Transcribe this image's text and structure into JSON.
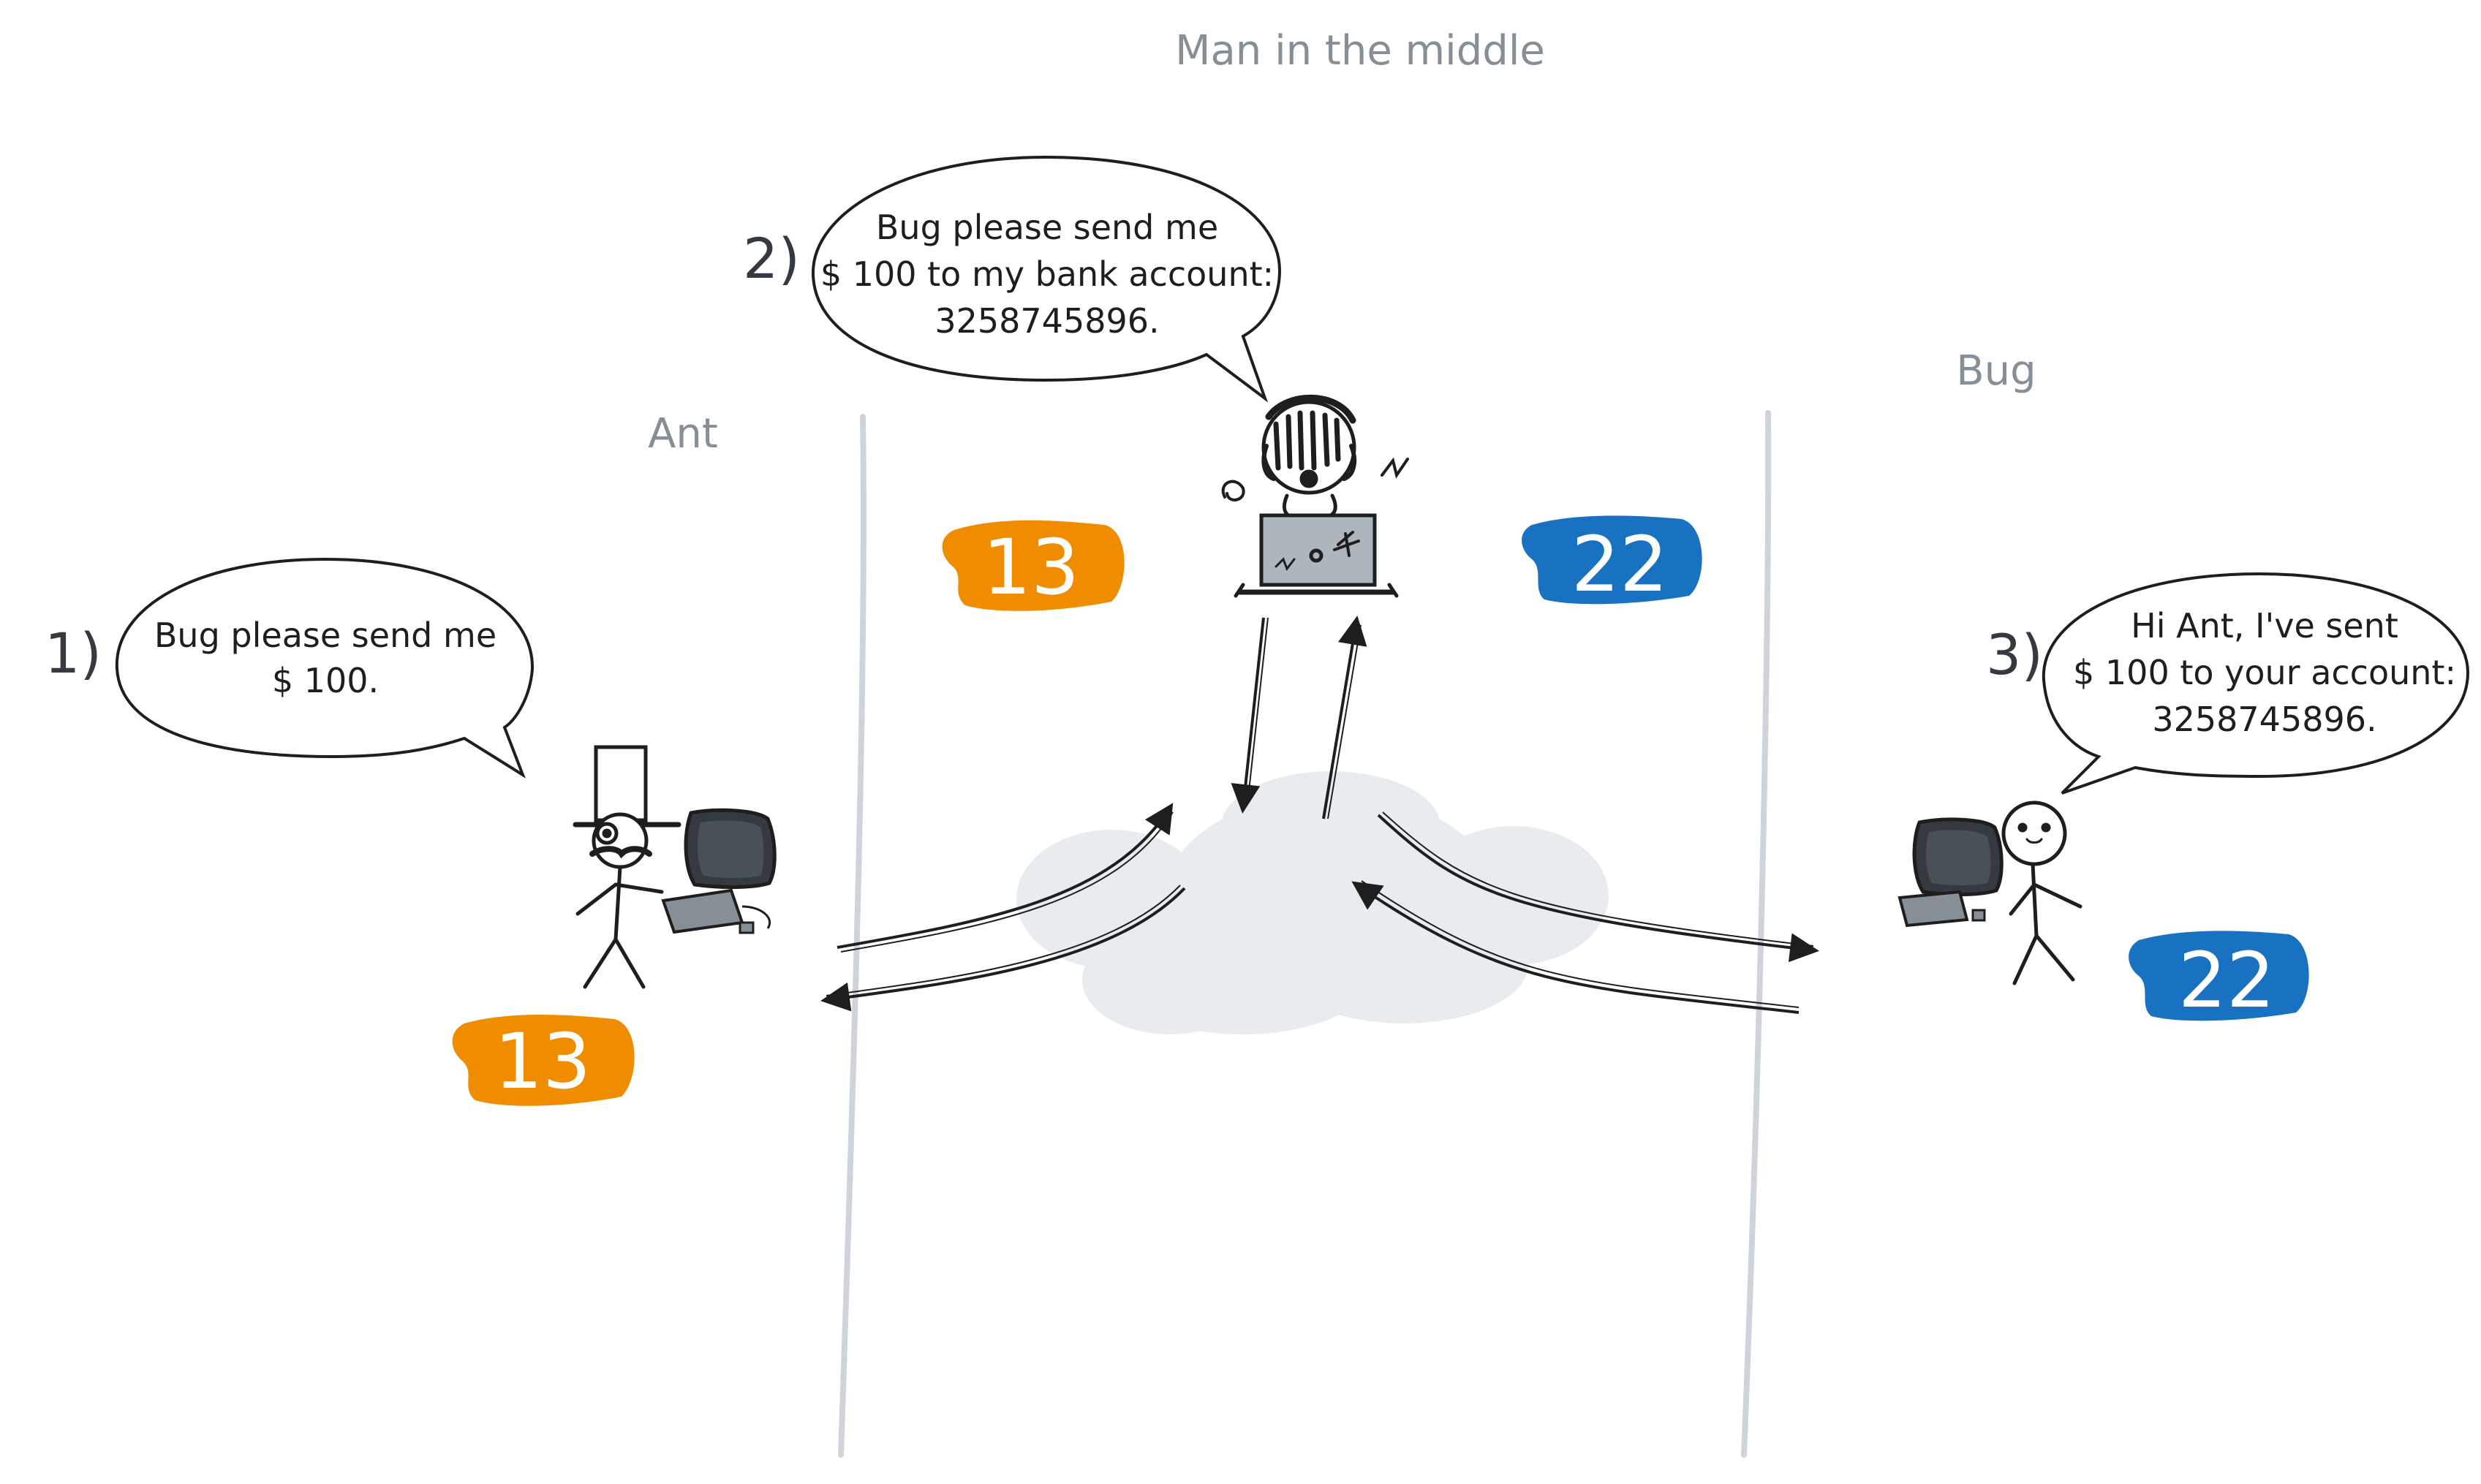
{
  "title": "Man in the middle",
  "parties": {
    "ant": "Ant",
    "bug": "Bug"
  },
  "steps": [
    {
      "number": "1)",
      "lines": [
        "Bug please send me",
        "$ 100."
      ]
    },
    {
      "number": "2)",
      "lines": [
        "Bug please send me",
        "$ 100 to my bank account:",
        "3258745896."
      ]
    },
    {
      "number": "3)",
      "lines": [
        "Hi Ant, I've sent",
        "$ 100 to your account:",
        "3258745896."
      ]
    }
  ],
  "keys": {
    "ant_key": "13",
    "mitm_left_key": "13",
    "mitm_right_key": "22",
    "bug_key": "22"
  },
  "colors": {
    "orange_key": "#f08c00",
    "blue_key": "#1971c2",
    "divider": "#ced4da",
    "label_gray": "#868e96",
    "cloud": "#e9ecef",
    "ink": "#1e1e1e"
  },
  "icons": [
    "ant-figure-icon",
    "bug-figure-icon",
    "hacker-icon",
    "computer-icon",
    "cloud-icon"
  ]
}
